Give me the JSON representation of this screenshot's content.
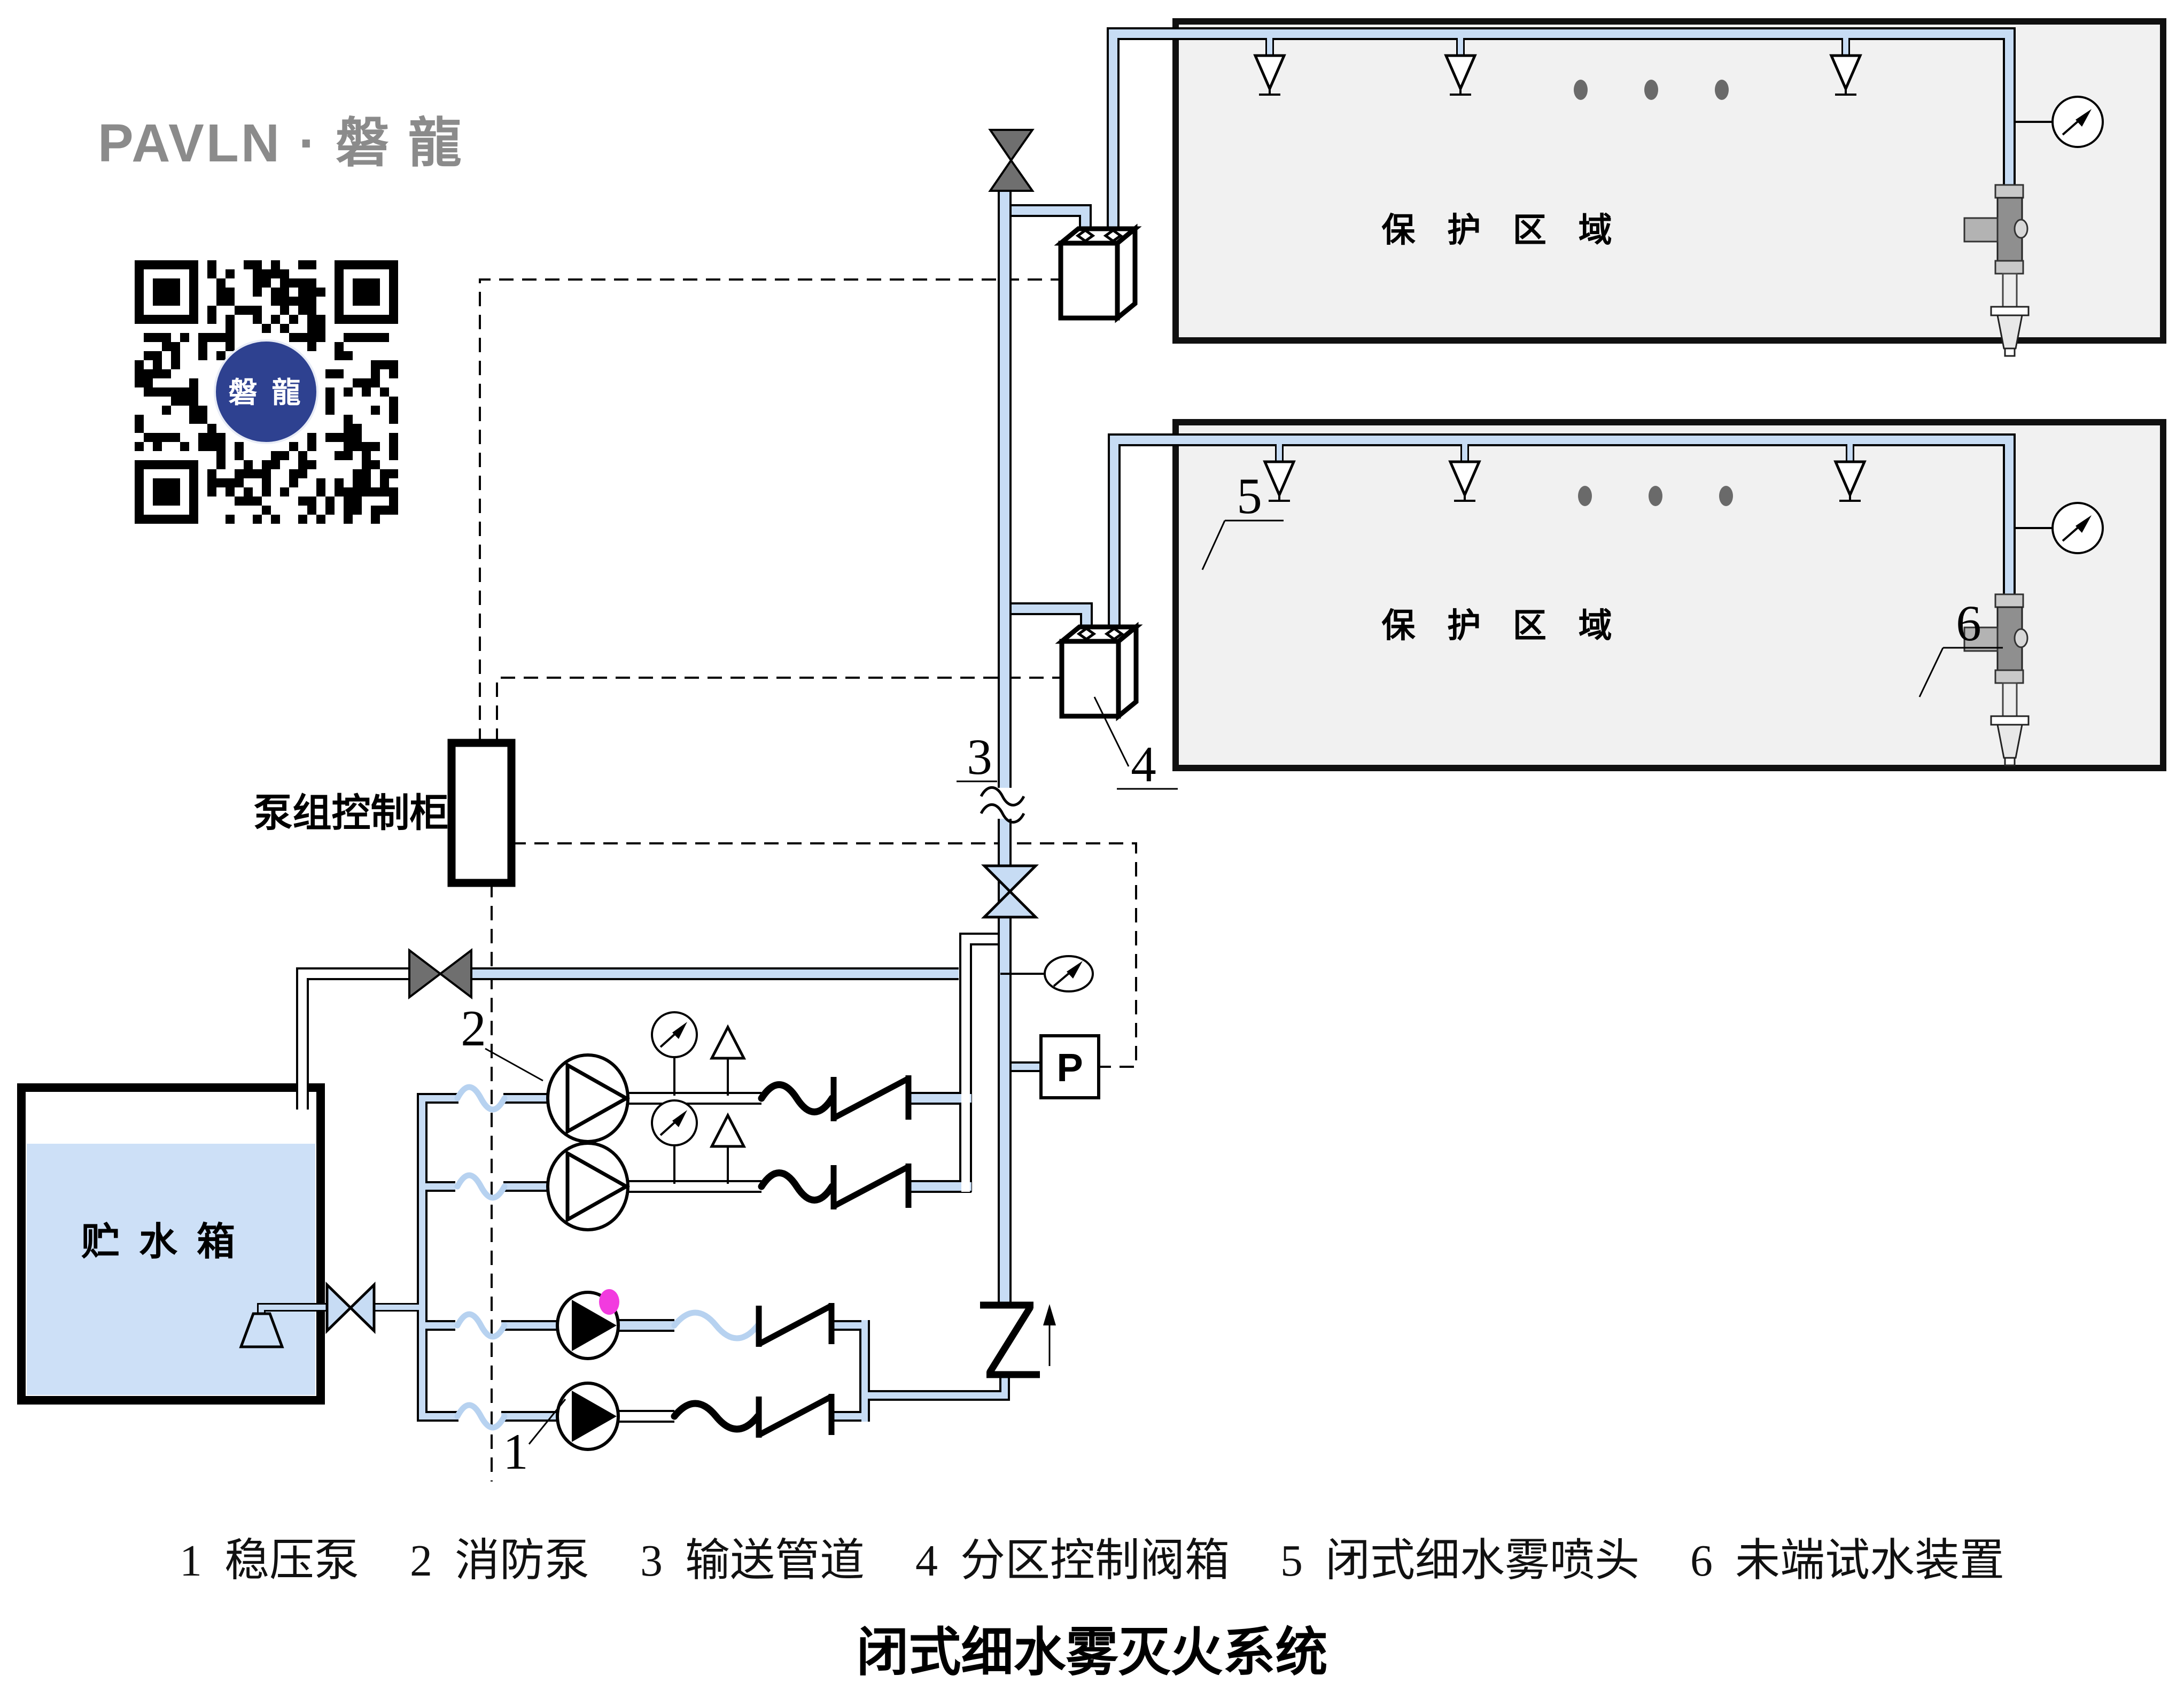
{
  "colors": {
    "pipe-blue": "#c7dcf4",
    "flex-blue": "#b7d2f0",
    "water-blue": "#cde0f7",
    "zone-gray": "#f1f1f1",
    "valve-dark": "#6f6f6f",
    "magenta": "#f23bdf",
    "qr-blue": "#2e4190",
    "logo-gray": "#8b8b8b"
  },
  "brand": {
    "logo": "PAVLN · 磐 龍",
    "qr_badge": "磐 龍"
  },
  "zones": {
    "zone1": "保 护 区 域",
    "zone2": "保 护 区 域"
  },
  "cabinet_label": "泵组控制柜",
  "tank_label": "贮 水 箱",
  "pressure_sensor_label": "P",
  "callouts": {
    "n1": "1",
    "n2": "2",
    "n3": "3",
    "n4": "4",
    "n5": "5",
    "n6": "6"
  },
  "legend": {
    "items": [
      "1  稳压泵",
      "2  消防泵",
      "3  输送管道",
      "4  分区控制阀箱",
      "5  闭式细水雾喷头",
      "6  未端试水装置"
    ]
  },
  "title": "闭式细水雾灭火系统"
}
